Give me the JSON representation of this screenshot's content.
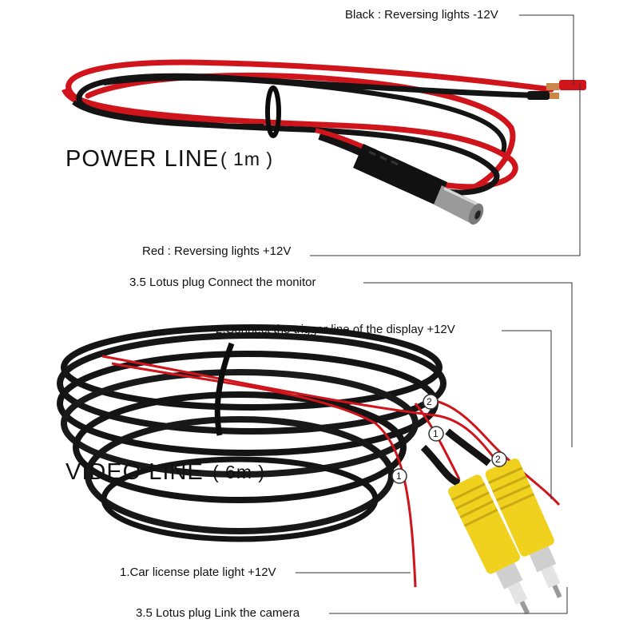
{
  "power_section": {
    "title": "POWER  LINE",
    "length": "( 1m )",
    "black_wire_label": "Black : Reversing lights -12V",
    "red_wire_label": "Red : Reversing lights +12V"
  },
  "video_section": {
    "title": "VIDEO  LINE",
    "length": "( 6m )",
    "monitor_plug_label": "3.5 Lotus plug  Connect the monitor",
    "trigger_line_label": "2.Connect the trigger line of the display +12V",
    "plate_light_label": "1.Car license plate light +12V",
    "camera_plug_label": "3.5 Lotus plug  Link the camera"
  },
  "wire_markers": {
    "marker_1": "1",
    "marker_2": "2"
  },
  "colors": {
    "red_wire": "#d0141b",
    "black_wire": "#141414",
    "rca_yellow": "#f0d21e",
    "leader_line": "#333333"
  },
  "icons": [
    "power-cable-photo",
    "dc-barrel-plug",
    "rca-plug",
    "cable-tie"
  ]
}
